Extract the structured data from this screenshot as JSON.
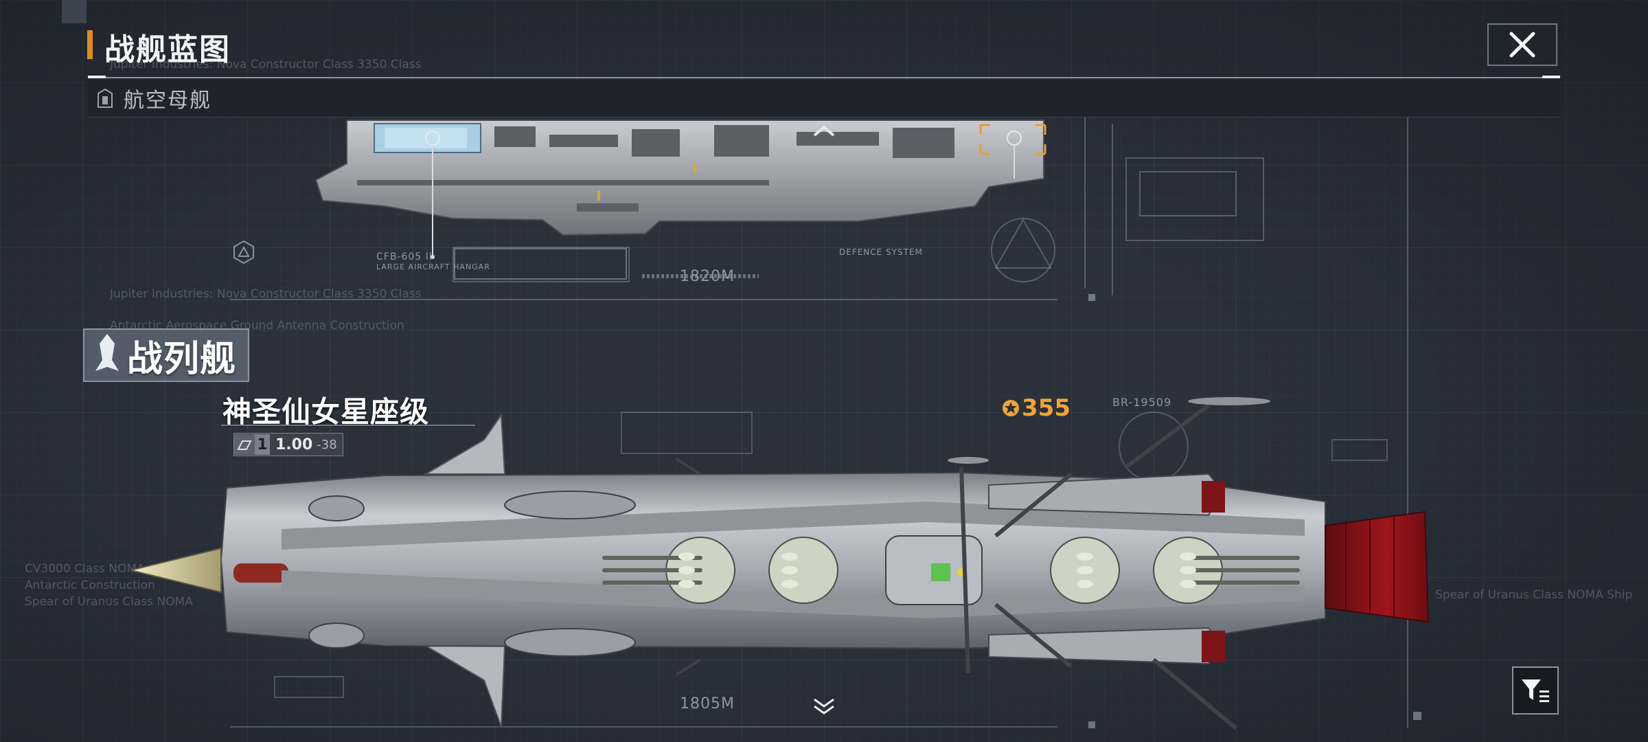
{
  "header": {
    "title": "战舰蓝图",
    "close_icon": "close-icon"
  },
  "category": {
    "label": "航空母舰",
    "icon": "carrier-icon"
  },
  "carrier_preview": {
    "length_label": "1820M",
    "hangar_label": "CFB-605 II",
    "hangar_sub": "LARGE AIRCRAFT HANGAR",
    "system_label": "DEFENCE SYSTEM"
  },
  "section": {
    "label": "战列舰",
    "icon": "battleship-class-icon"
  },
  "ship": {
    "name": "神圣仙女星座级",
    "tier": "1",
    "stat_value": "1.00",
    "stat_sub": "-38",
    "cost": "355",
    "cost_icon": "cost-medal-icon",
    "length_label": "1805M",
    "code_label": "BR-19509"
  },
  "background_text": {
    "line1": "Jupiter Industries: Nova Constructor Class 3350 Class",
    "line2": "Jupiter Industries: Nova Constructor Class 3350 Class",
    "line3": "Antarctic Aerospace Ground Antenna Construction",
    "line4": "CV3000 Class NOMA",
    "line5": "Antarctic Construction",
    "line6": "Spear of Uranus Class NOMA",
    "line7": "Spear of Uranus Class NOMA Ship"
  },
  "controls": {
    "up_arrow": "chevron-up-icon",
    "down_arrow": "chevron-down-double-icon",
    "filter_icon": "filter-icon"
  },
  "colors": {
    "accent": "#e08a1e",
    "cost": "#f0a533",
    "background": "#2a313b"
  }
}
